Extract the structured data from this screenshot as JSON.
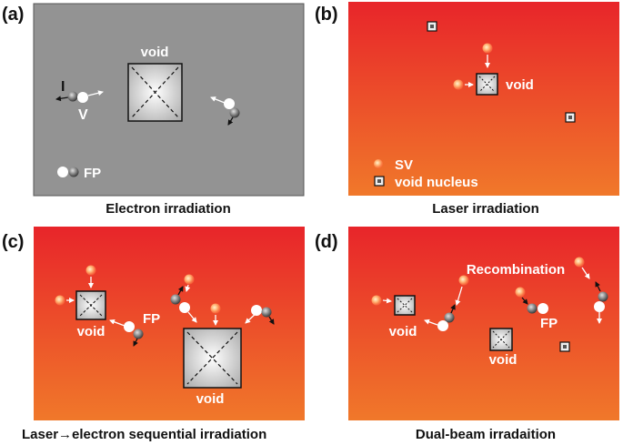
{
  "panels": {
    "a": {
      "label": "(a)",
      "caption": "Electron irradiation",
      "void_label": "void",
      "interstitial_label": "I",
      "vacancy_label": "V",
      "fp_label": "FP"
    },
    "b": {
      "label": "(b)",
      "caption": "Laser  irradiation",
      "void_label": "void",
      "sv_label": "SV",
      "nucleus_label": "void nucleus"
    },
    "c": {
      "label": "(c)",
      "caption_pre": "Laser",
      "caption_arrow": "→",
      "caption_post": "electron sequential irradiation",
      "void_label_1": "void",
      "void_label_2": "void",
      "fp_label": "FP"
    },
    "d": {
      "label": "(d)",
      "caption": "Dual-beam irradaition",
      "void_label_1": "void",
      "void_label_2": "void",
      "fp_label": "FP",
      "recombination_label": "Recombination"
    }
  },
  "colors": {
    "electron_bg": "#939393",
    "laser_top": "#e8252a",
    "laser_bottom": "#f0772a",
    "white": "#ffffff"
  }
}
